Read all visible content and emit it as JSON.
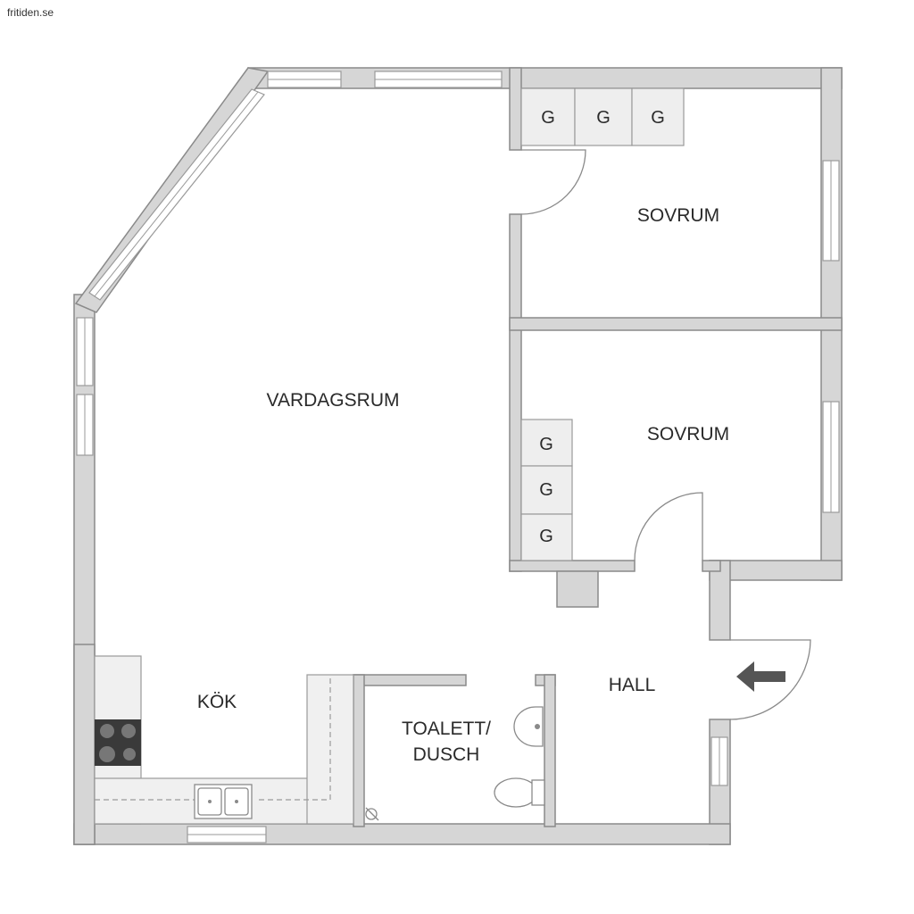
{
  "watermark": "fritiden.se",
  "rooms": {
    "living_room": "VARDAGSRUM",
    "bedroom_1": "SOVRUM",
    "bedroom_2": "SOVRUM",
    "kitchen": "KÖK",
    "bathroom_line1": "TOALETT/",
    "bathroom_line2": "DUSCH",
    "hall": "HALL"
  },
  "wardrobes": {
    "bedroom_1": [
      "G",
      "G",
      "G"
    ],
    "bedroom_2": [
      "G",
      "G",
      "G"
    ]
  },
  "icons": {
    "entrance": "entrance-arrow-icon",
    "stove": "stove-icon",
    "sink": "sink-icon",
    "washbasin": "washbasin-icon",
    "toilet": "toilet-icon",
    "shower": "shower-icon"
  },
  "colors": {
    "wall_fill": "#d6d6d6",
    "wall_stroke": "#8a8a8a",
    "stove": "#3a3a3a",
    "arrow": "#555555"
  }
}
